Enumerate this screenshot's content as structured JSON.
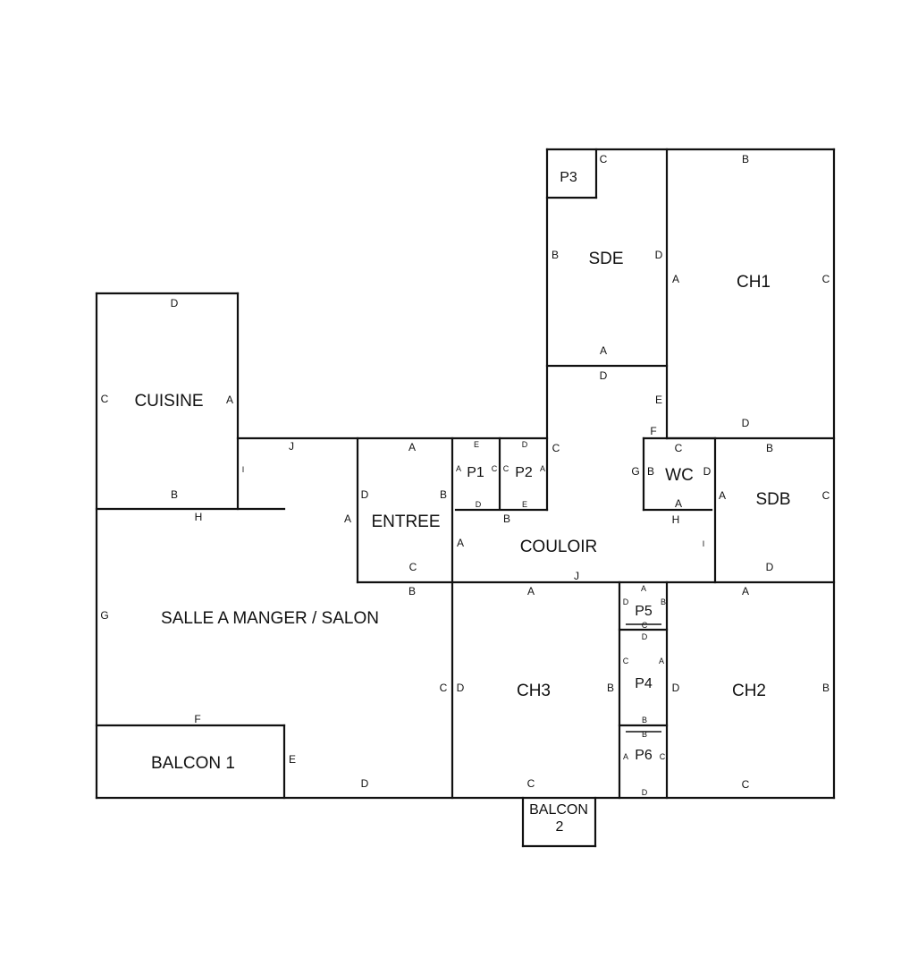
{
  "rooms": {
    "cuisine": "CUISINE",
    "entree": "ENTREE",
    "p1": "P1",
    "p2": "P2",
    "p3": "P3",
    "sde": "SDE",
    "ch1": "CH1",
    "wc": "WC",
    "sdb": "SDB",
    "couloir": "COULOIR",
    "salon": "SALLE A MANGER / SALON",
    "ch3": "CH3",
    "p5": "P5",
    "p4": "P4",
    "p6": "P6",
    "ch2": "CH2",
    "balcon1": "BALCON 1",
    "balcon2_line1": "BALCON",
    "balcon2_line2": "2"
  },
  "walls": {
    "cuisine": {
      "top": "D",
      "left": "C",
      "right": "A",
      "bottom": "B"
    },
    "link": {
      "top": "J",
      "side": "I"
    },
    "salon": {
      "top": "H",
      "left": "G",
      "balcon": "F",
      "balcon_side": "E",
      "bottom": "D",
      "right": "C",
      "entree_bottom": "B"
    },
    "entree": {
      "top": "A",
      "left_outside": "A",
      "left": "D",
      "right": "B",
      "bottom": "C"
    },
    "p1": {
      "top": "E",
      "left": "A",
      "right": "C",
      "bottom": "D"
    },
    "p2": {
      "top": "D",
      "left": "C",
      "right": "A",
      "bottom": "E"
    },
    "couloir": {
      "p2_side": "C",
      "p1_under": "B",
      "left": "A",
      "bottom": "J",
      "right": "I",
      "wc_under": "H",
      "wc_left": "G",
      "sde_under": "D",
      "right_upper": "E",
      "corner": "F"
    },
    "sde": {
      "left": "B",
      "right": "D",
      "bottom": "A",
      "corner": "C"
    },
    "ch1": {
      "top": "B",
      "left": "A",
      "right": "C",
      "bottom": "D"
    },
    "wc": {
      "top": "C",
      "left": "B",
      "right": "D",
      "bottom": "A"
    },
    "sdb": {
      "top": "B",
      "left": "A",
      "right": "C",
      "bottom": "D"
    },
    "ch3": {
      "top": "A",
      "left": "D",
      "right": "B",
      "bottom": "C"
    },
    "p5": {
      "top": "A",
      "left": "D",
      "right": "B",
      "bottom": "C"
    },
    "p4": {
      "top": "D",
      "left": "C",
      "right": "A",
      "bottom": "B"
    },
    "p6": {
      "top": "B",
      "left": "A",
      "right": "C",
      "bottom": "D"
    },
    "ch2": {
      "top": "A",
      "left": "D",
      "right": "B",
      "bottom": "C"
    }
  }
}
